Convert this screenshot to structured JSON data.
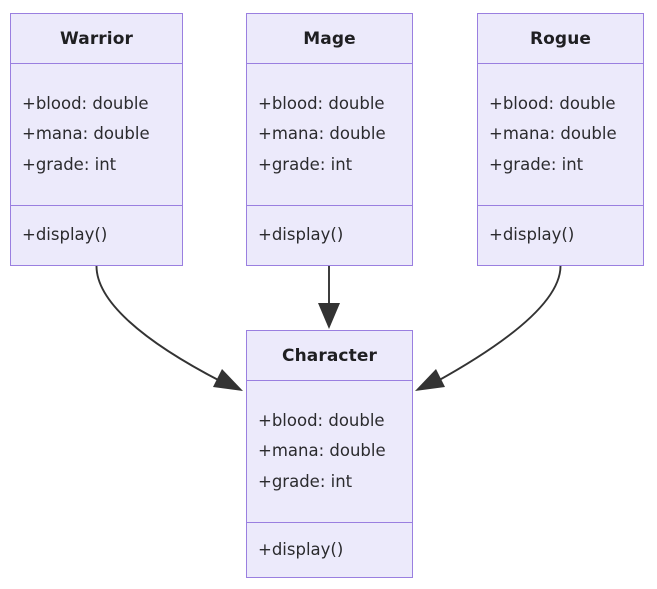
{
  "diagram": {
    "type": "uml-class-diagram",
    "background_color": "#ffffff",
    "node_fill_color": "#ECEAFB",
    "node_border_color": "#9A7FE0",
    "edge_color": "#333333",
    "text_color": "#1f1f22"
  },
  "classes": [
    {
      "name": "Warrior",
      "attributes": [
        "+blood: double",
        "+mana: double",
        "+grade: int"
      ],
      "methods": [
        "+display()"
      ]
    },
    {
      "name": "Mage",
      "attributes": [
        "+blood: double",
        "+mana: double",
        "+grade: int"
      ],
      "methods": [
        "+display()"
      ]
    },
    {
      "name": "Rogue",
      "attributes": [
        "+blood: double",
        "+mana: double",
        "+grade: int"
      ],
      "methods": [
        "+display()"
      ]
    },
    {
      "name": "Character",
      "attributes": [
        "+blood: double",
        "+mana: double",
        "+grade: int"
      ],
      "methods": [
        "+display()"
      ]
    }
  ],
  "relationships": [
    {
      "from": "Warrior",
      "to": "Character",
      "kind": "inheritance",
      "arrow": "filled-triangle"
    },
    {
      "from": "Mage",
      "to": "Character",
      "kind": "inheritance",
      "arrow": "filled-triangle"
    },
    {
      "from": "Rogue",
      "to": "Character",
      "kind": "inheritance",
      "arrow": "filled-triangle"
    }
  ]
}
